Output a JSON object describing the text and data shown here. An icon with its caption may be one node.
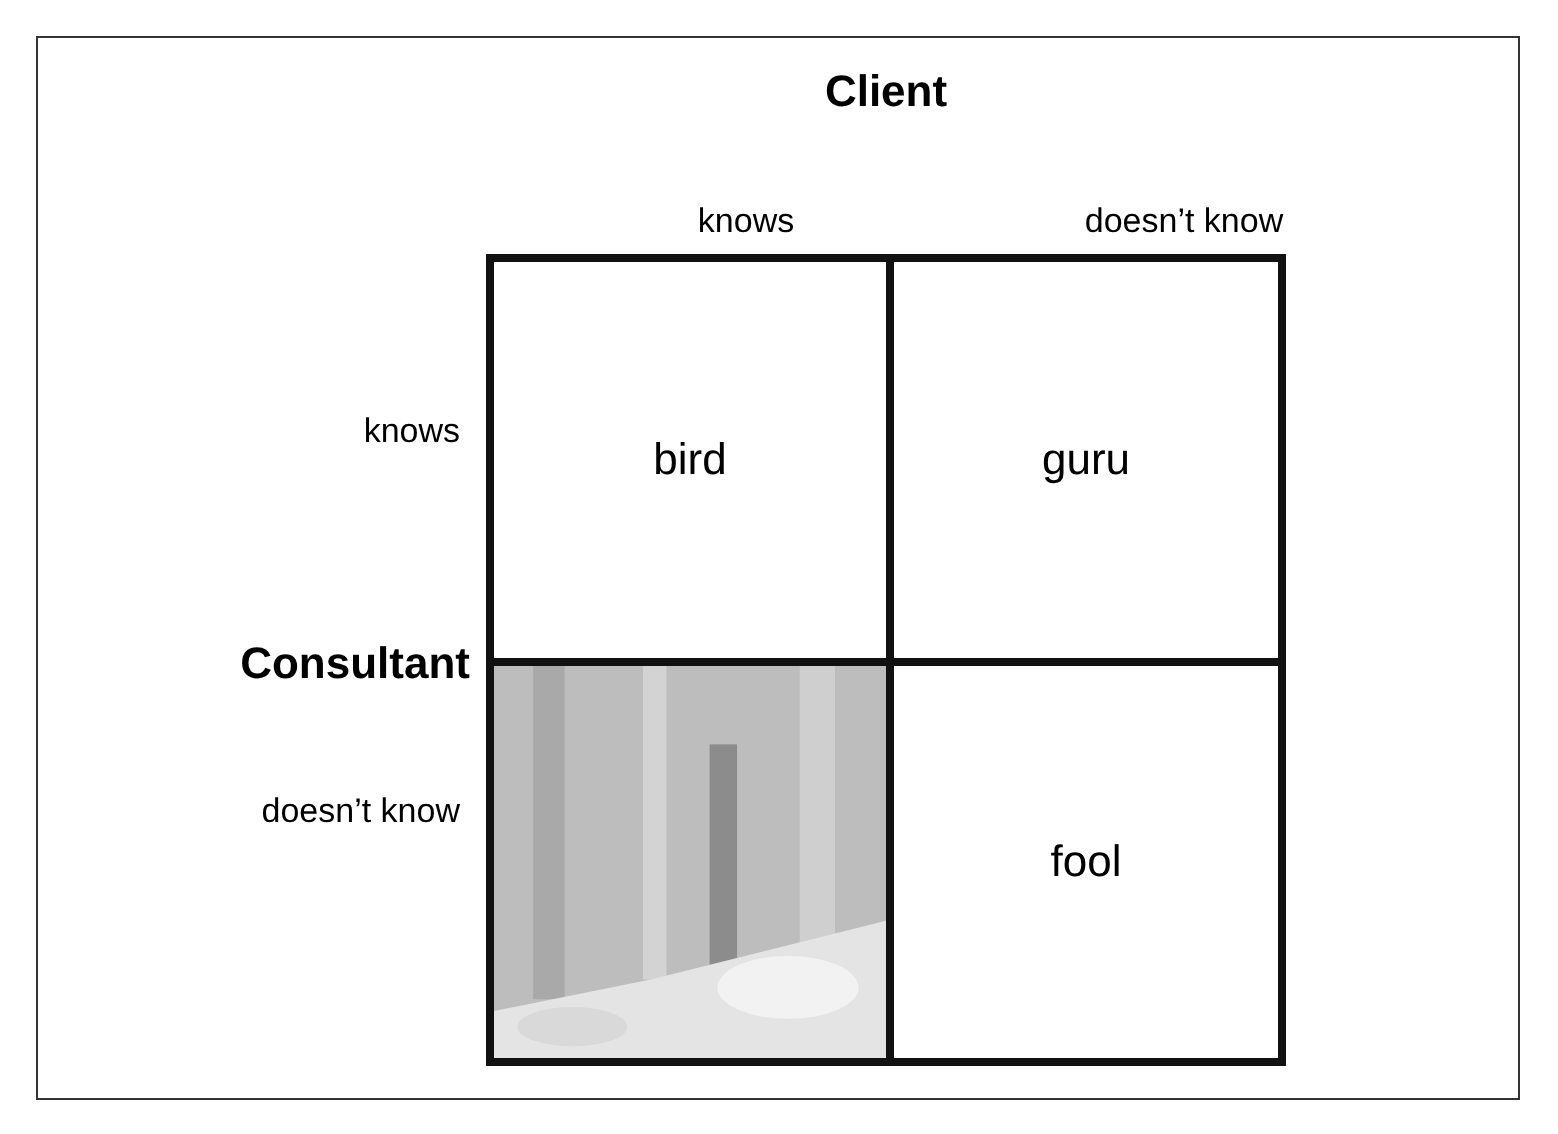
{
  "diagram": {
    "nodes": [
      {
        "text": [
          "bird"
        ]
      },
      {
        "text": [
          "guru"
        ]
      },
      {
        "text": [],
        "shape": "picture"
      },
      {
        "text": [
          "fool"
        ]
      }
    ],
    "labels": [
      "Client",
      "knows",
      "doesn’t know",
      "knows",
      "Consultant",
      "doesn’t know"
    ]
  }
}
